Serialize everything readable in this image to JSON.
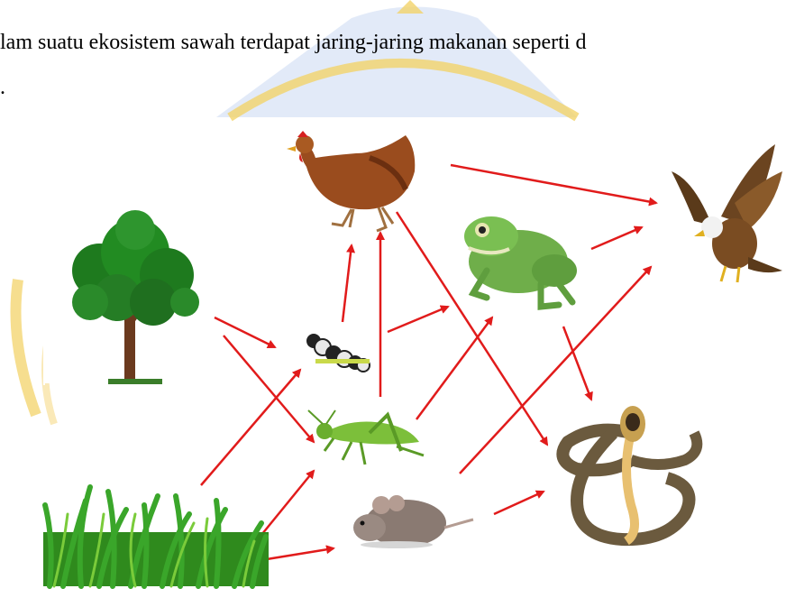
{
  "text": {
    "line1": "lam suatu ekosistem sawah terdapat jaring-jaring makanan seperti d",
    "line2": "."
  },
  "organisms": [
    {
      "id": "tree",
      "icon": "tree-icon"
    },
    {
      "id": "grass",
      "icon": "grass-icon"
    },
    {
      "id": "caterpillar",
      "icon": "caterpillar-icon"
    },
    {
      "id": "grasshopper",
      "icon": "grasshopper-icon"
    },
    {
      "id": "mouse",
      "icon": "mouse-icon"
    },
    {
      "id": "chicken",
      "icon": "chicken-icon"
    },
    {
      "id": "frog",
      "icon": "frog-icon"
    },
    {
      "id": "eagle",
      "icon": "eagle-icon"
    },
    {
      "id": "snake",
      "icon": "snake-icon"
    }
  ],
  "links": [
    {
      "from": "tree",
      "to": "caterpillar"
    },
    {
      "from": "tree",
      "to": "grasshopper"
    },
    {
      "from": "grass",
      "to": "caterpillar"
    },
    {
      "from": "grass",
      "to": "grasshopper"
    },
    {
      "from": "grass",
      "to": "mouse"
    },
    {
      "from": "caterpillar",
      "to": "chicken"
    },
    {
      "from": "caterpillar",
      "to": "frog"
    },
    {
      "from": "grasshopper",
      "to": "chicken"
    },
    {
      "from": "grasshopper",
      "to": "frog"
    },
    {
      "from": "mouse",
      "to": "eagle"
    },
    {
      "from": "mouse",
      "to": "snake"
    },
    {
      "from": "chicken",
      "to": "eagle"
    },
    {
      "from": "chicken",
      "to": "snake"
    },
    {
      "from": "frog",
      "to": "eagle"
    },
    {
      "from": "frog",
      "to": "snake"
    }
  ],
  "colors": {
    "arrow": "#e11b1b",
    "watermark": "#f3d36a",
    "watermark_blue": "#dfe8f7"
  }
}
